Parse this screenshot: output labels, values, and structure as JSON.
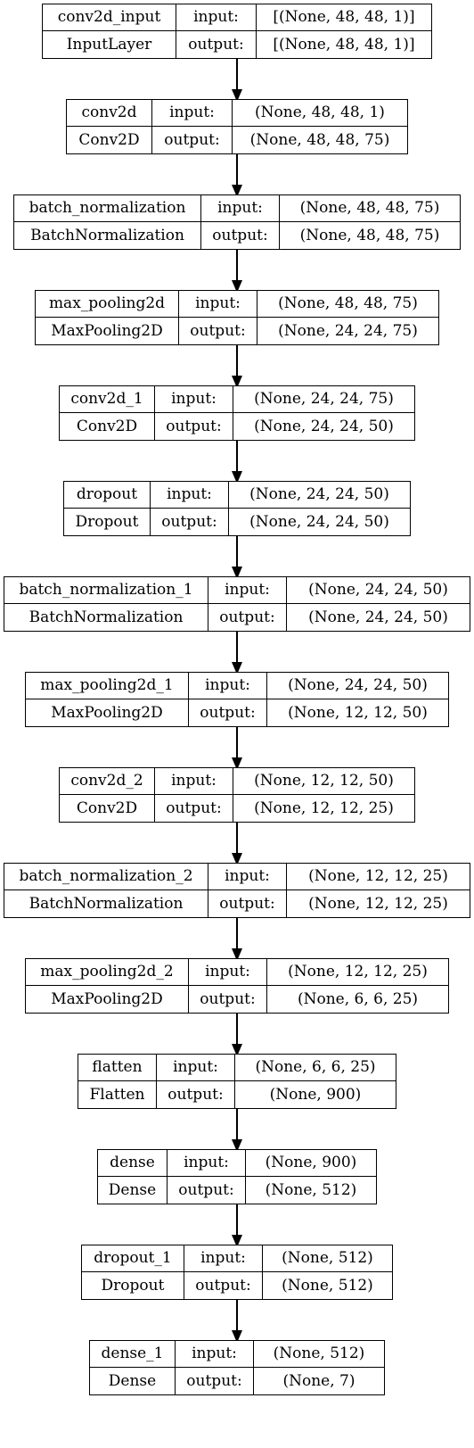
{
  "layers": [
    {
      "name": "conv2d_input",
      "type": "InputLayer",
      "input_label": "input:",
      "output_label": "output:",
      "input_shape": "[(None, 48, 48, 1)]",
      "output_shape": "[(None, 48, 48, 1)]"
    },
    {
      "name": "conv2d",
      "type": "Conv2D",
      "input_label": "input:",
      "output_label": "output:",
      "input_shape": "(None, 48, 48, 1)",
      "output_shape": "(None, 48, 48, 75)"
    },
    {
      "name": "batch_normalization",
      "type": "BatchNormalization",
      "input_label": "input:",
      "output_label": "output:",
      "input_shape": "(None, 48, 48, 75)",
      "output_shape": "(None, 48, 48, 75)"
    },
    {
      "name": "max_pooling2d",
      "type": "MaxPooling2D",
      "input_label": "input:",
      "output_label": "output:",
      "input_shape": "(None, 48, 48, 75)",
      "output_shape": "(None, 24, 24, 75)"
    },
    {
      "name": "conv2d_1",
      "type": "Conv2D",
      "input_label": "input:",
      "output_label": "output:",
      "input_shape": "(None, 24, 24, 75)",
      "output_shape": "(None, 24, 24, 50)"
    },
    {
      "name": "dropout",
      "type": "Dropout",
      "input_label": "input:",
      "output_label": "output:",
      "input_shape": "(None, 24, 24, 50)",
      "output_shape": "(None, 24, 24, 50)"
    },
    {
      "name": "batch_normalization_1",
      "type": "BatchNormalization",
      "input_label": "input:",
      "output_label": "output:",
      "input_shape": "(None, 24, 24, 50)",
      "output_shape": "(None, 24, 24, 50)"
    },
    {
      "name": "max_pooling2d_1",
      "type": "MaxPooling2D",
      "input_label": "input:",
      "output_label": "output:",
      "input_shape": "(None, 24, 24, 50)",
      "output_shape": "(None, 12, 12, 50)"
    },
    {
      "name": "conv2d_2",
      "type": "Conv2D",
      "input_label": "input:",
      "output_label": "output:",
      "input_shape": "(None, 12, 12, 50)",
      "output_shape": "(None, 12, 12, 25)"
    },
    {
      "name": "batch_normalization_2",
      "type": "BatchNormalization",
      "input_label": "input:",
      "output_label": "output:",
      "input_shape": "(None, 12, 12, 25)",
      "output_shape": "(None, 12, 12, 25)"
    },
    {
      "name": "max_pooling2d_2",
      "type": "MaxPooling2D",
      "input_label": "input:",
      "output_label": "output:",
      "input_shape": "(None, 12, 12, 25)",
      "output_shape": "(None, 6, 6, 25)"
    },
    {
      "name": "flatten",
      "type": "Flatten",
      "input_label": "input:",
      "output_label": "output:",
      "input_shape": "(None, 6, 6, 25)",
      "output_shape": "(None, 900)"
    },
    {
      "name": "dense",
      "type": "Dense",
      "input_label": "input:",
      "output_label": "output:",
      "input_shape": "(None, 900)",
      "output_shape": "(None, 512)"
    },
    {
      "name": "dropout_1",
      "type": "Dropout",
      "input_label": "input:",
      "output_label": "output:",
      "input_shape": "(None, 512)",
      "output_shape": "(None, 512)"
    },
    {
      "name": "dense_1",
      "type": "Dense",
      "input_label": "input:",
      "output_label": "output:",
      "input_shape": "(None, 512)",
      "output_shape": "(None, 7)"
    }
  ]
}
